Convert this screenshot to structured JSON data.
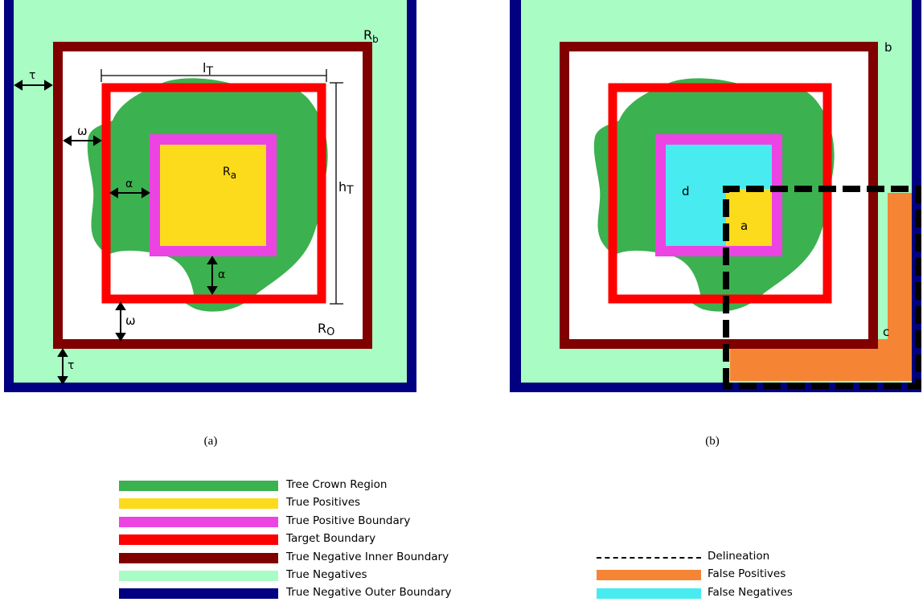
{
  "colors": {
    "tree_crown": "#3cb14f",
    "true_positives": "#fcdb1c",
    "tp_boundary": "#ec43e3",
    "target_boundary": "#fe0000",
    "tn_inner_boundary": "#800000",
    "true_negatives": "#a9fcc4",
    "tn_outer_boundary": "#000080",
    "false_positives": "#f58535",
    "false_negatives": "#48ebef",
    "delineation": "#000000"
  },
  "panel_a": {
    "caption": "(a)",
    "labels": {
      "Rb": "R",
      "Rb_sub": "b",
      "Ro": "R",
      "Ro_sub": "O",
      "Ra": "R",
      "Ra_sub": "a",
      "lT": "l",
      "lT_sub": "T",
      "hT": "h",
      "hT_sub": "T",
      "tau_left": "τ",
      "tau_bottom": "τ",
      "omega_left": "ω",
      "omega_bottom": "ω",
      "alpha_left": "α",
      "alpha_bottom": "α"
    }
  },
  "panel_b": {
    "caption": "(b)",
    "labels": {
      "a": "a",
      "b": "b",
      "c": "c",
      "d": "d"
    }
  },
  "legend_left": [
    {
      "label": "Tree Crown Region",
      "color": "#3cb14f"
    },
    {
      "label": "True Positives",
      "color": "#fcdb1c"
    },
    {
      "label": "True Positive Boundary",
      "color": "#ec43e3"
    },
    {
      "label": "Target Boundary",
      "color": "#fe0000"
    },
    {
      "label": "True Negative Inner Boundary",
      "color": "#800000"
    },
    {
      "label": "True Negatives",
      "color": "#a9fcc4"
    },
    {
      "label": "True Negative Outer Boundary",
      "color": "#000080"
    }
  ],
  "legend_right": [
    {
      "label": "Delineation",
      "style": "dashed"
    },
    {
      "label": "False Positives",
      "color": "#f58535"
    },
    {
      "label": "False Negatives",
      "color": "#48ebef"
    }
  ]
}
